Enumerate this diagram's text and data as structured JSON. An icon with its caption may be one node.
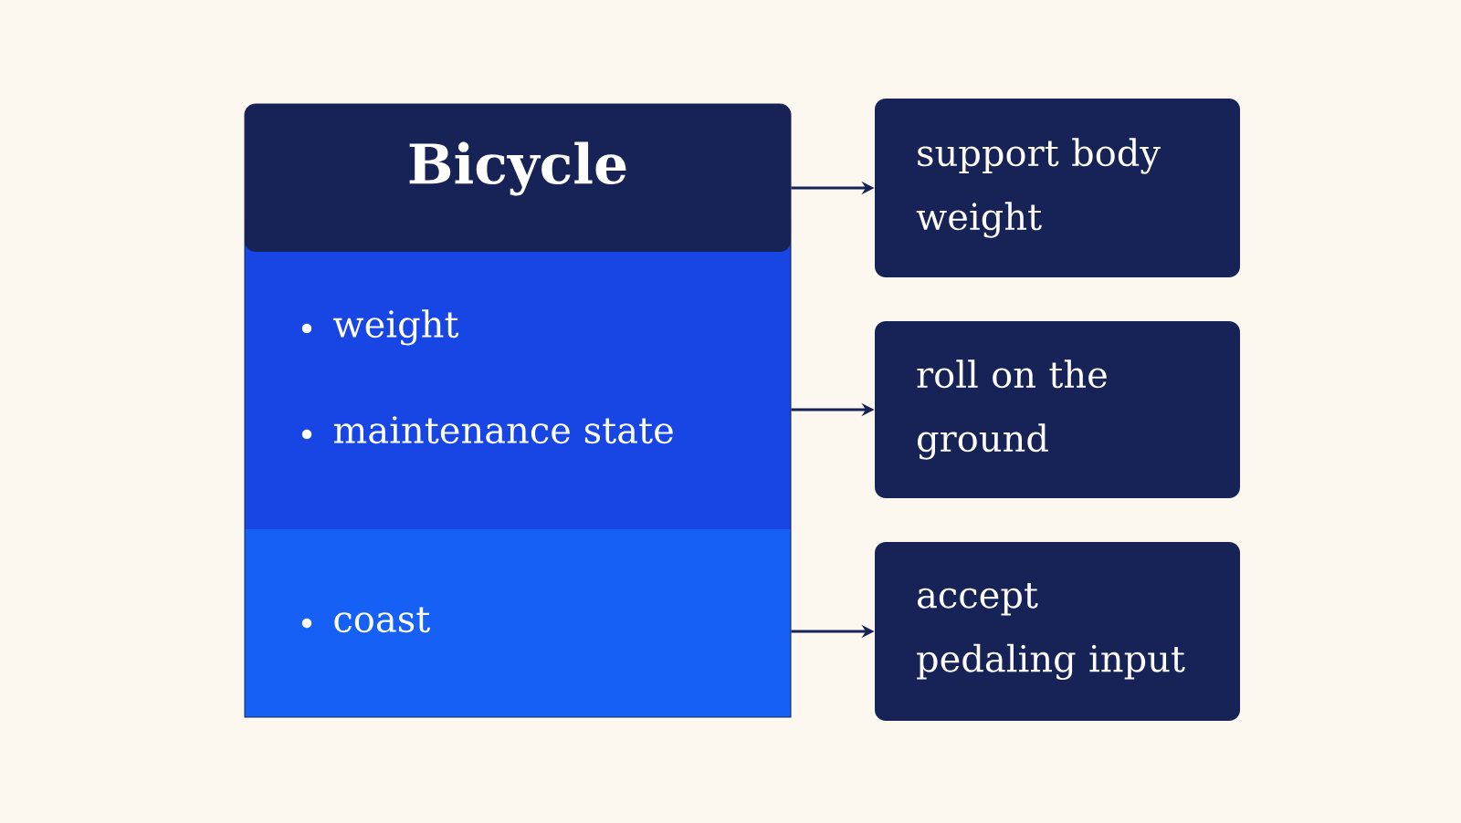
{
  "diagram": {
    "nodes": [
      {
        "text": [
          "Bicycle"
        ]
      },
      {
        "text": [
          "weight",
          "maintenance state"
        ],
        "in": 0
      },
      {
        "text": [
          "coast"
        ],
        "in": 0
      },
      {
        "text": [
          "support body weight"
        ]
      },
      {
        "text": [
          "roll on the ground"
        ]
      },
      {
        "text": [
          "accept pedaling input"
        ]
      }
    ],
    "edges": [
      {
        "from": 0,
        "to": 3,
        "arrow": "to"
      },
      {
        "from": 1,
        "to": 4,
        "arrow": "to"
      },
      {
        "from": 2,
        "to": 5,
        "arrow": "to"
      }
    ]
  }
}
